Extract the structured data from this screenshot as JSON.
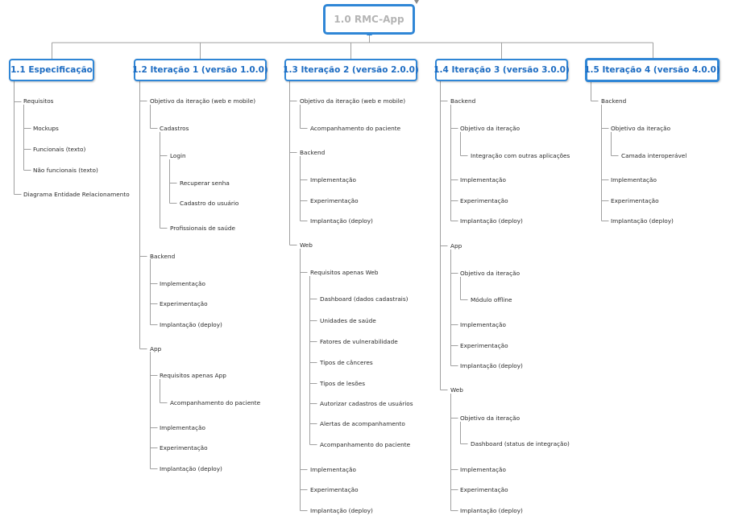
{
  "root": {
    "label": "1.0 RMC-App"
  },
  "branches": [
    {
      "label": "1.1 Especificação",
      "items": [
        "Requisitos",
        "Mockups",
        "Funcionais (texto)",
        "Não funcionais (texto)",
        "Diagrama Entidade Relacionamento"
      ]
    },
    {
      "label": "1.2 Iteração 1 (versão 1.0.0)",
      "items": [
        "Objetivo da iteração (web e mobile)",
        "Cadastros",
        "Login",
        "Recuperar senha",
        "Cadastro do usuário",
        "Profissionais de saúde",
        "Backend",
        "Implementação",
        "Experimentação",
        "Implantação (deploy)",
        "App",
        "Requisitos apenas App",
        "Acompanhamento do paciente",
        "Implementação",
        "Experimentação",
        "Implantação (deploy)"
      ]
    },
    {
      "label": "1.3 Iteração 2 (versão 2.0.0)",
      "items": [
        "Objetivo da iteração (web e mobile)",
        "Acompanhamento do paciente",
        "Backend",
        "Implementação",
        "Experimentação",
        "Implantação (deploy)",
        "Web",
        "Requisitos apenas Web",
        "Dashboard (dados cadastrais)",
        "Unidades de saúde",
        "Fatores de vulnerabilidade",
        "Tipos de cânceres",
        "Tipos de lesões",
        "Autorizar cadastros de usuários",
        "Alertas de acompanhamento",
        "Acompanhamento do paciente",
        "Implementação",
        "Experimentação",
        "Implantação (deploy)"
      ]
    },
    {
      "label": "1.4 Iteração 3 (versão 3.0.0)",
      "items": [
        "Backend",
        "Objetivo da iteração",
        "Integração com outras aplicações",
        "Implementação",
        "Experimentação",
        "Implantação (deploy)",
        "App",
        "Objetivo da iteração",
        "Módulo offline",
        "Implementação",
        "Experimentação",
        "Implantação (deploy)",
        "Web",
        "Objetivo da iteração",
        "Dashboard (status de integração)",
        "Implementação",
        "Experimentação",
        "Implantação (deploy)"
      ]
    },
    {
      "label": "1.5 Iteração 4 (versão 4.0.0)",
      "items": [
        "Backend",
        "Objetivo da iteração",
        "Camada interoperável",
        "Implementação",
        "Experimentação",
        "Implantação (deploy)"
      ]
    }
  ],
  "colors": {
    "accent": "#2f86d6",
    "branch_text": "#1d6cc2",
    "root_text": "#b5b5b5",
    "connector": "#a0a0a0"
  }
}
